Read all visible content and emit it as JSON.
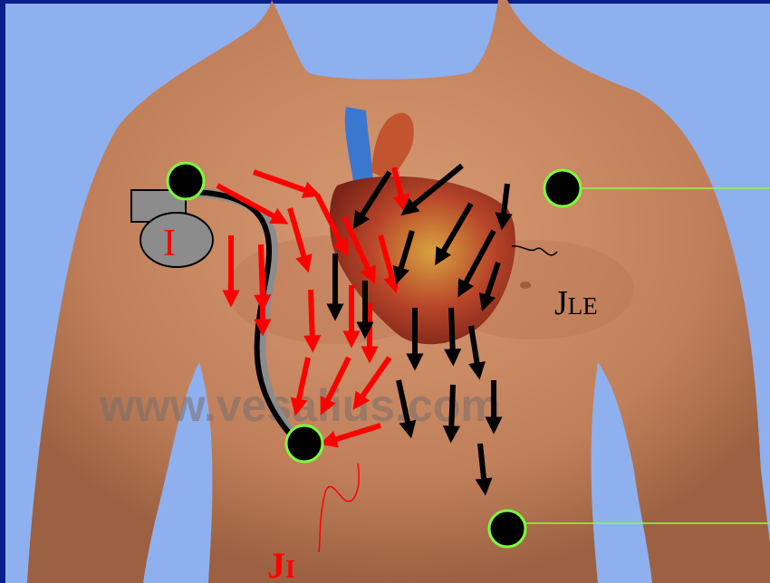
{
  "labels": {
    "device": "I",
    "electrode_current": {
      "main": "J",
      "sub": "I"
    },
    "lead_current": {
      "main": "J",
      "sub": "LE"
    }
  },
  "watermark": "www.vesalius.com",
  "colors": {
    "frame": "#0a1f8c",
    "background": "#8fb0ee",
    "skin": "#c98a64",
    "heart": "#b23a2a",
    "vessel": "#3a78d0",
    "arrow_red": "#ff0000",
    "arrow_black": "#000000",
    "electrode_fill": "#000000",
    "electrode_ring": "#7cff3c",
    "lead_wire": "#88ff44",
    "device_fill": "#8c8c8c"
  },
  "icons": {
    "device": "pacemaker-can-icon",
    "electrode": "electrode-dot-icon"
  }
}
